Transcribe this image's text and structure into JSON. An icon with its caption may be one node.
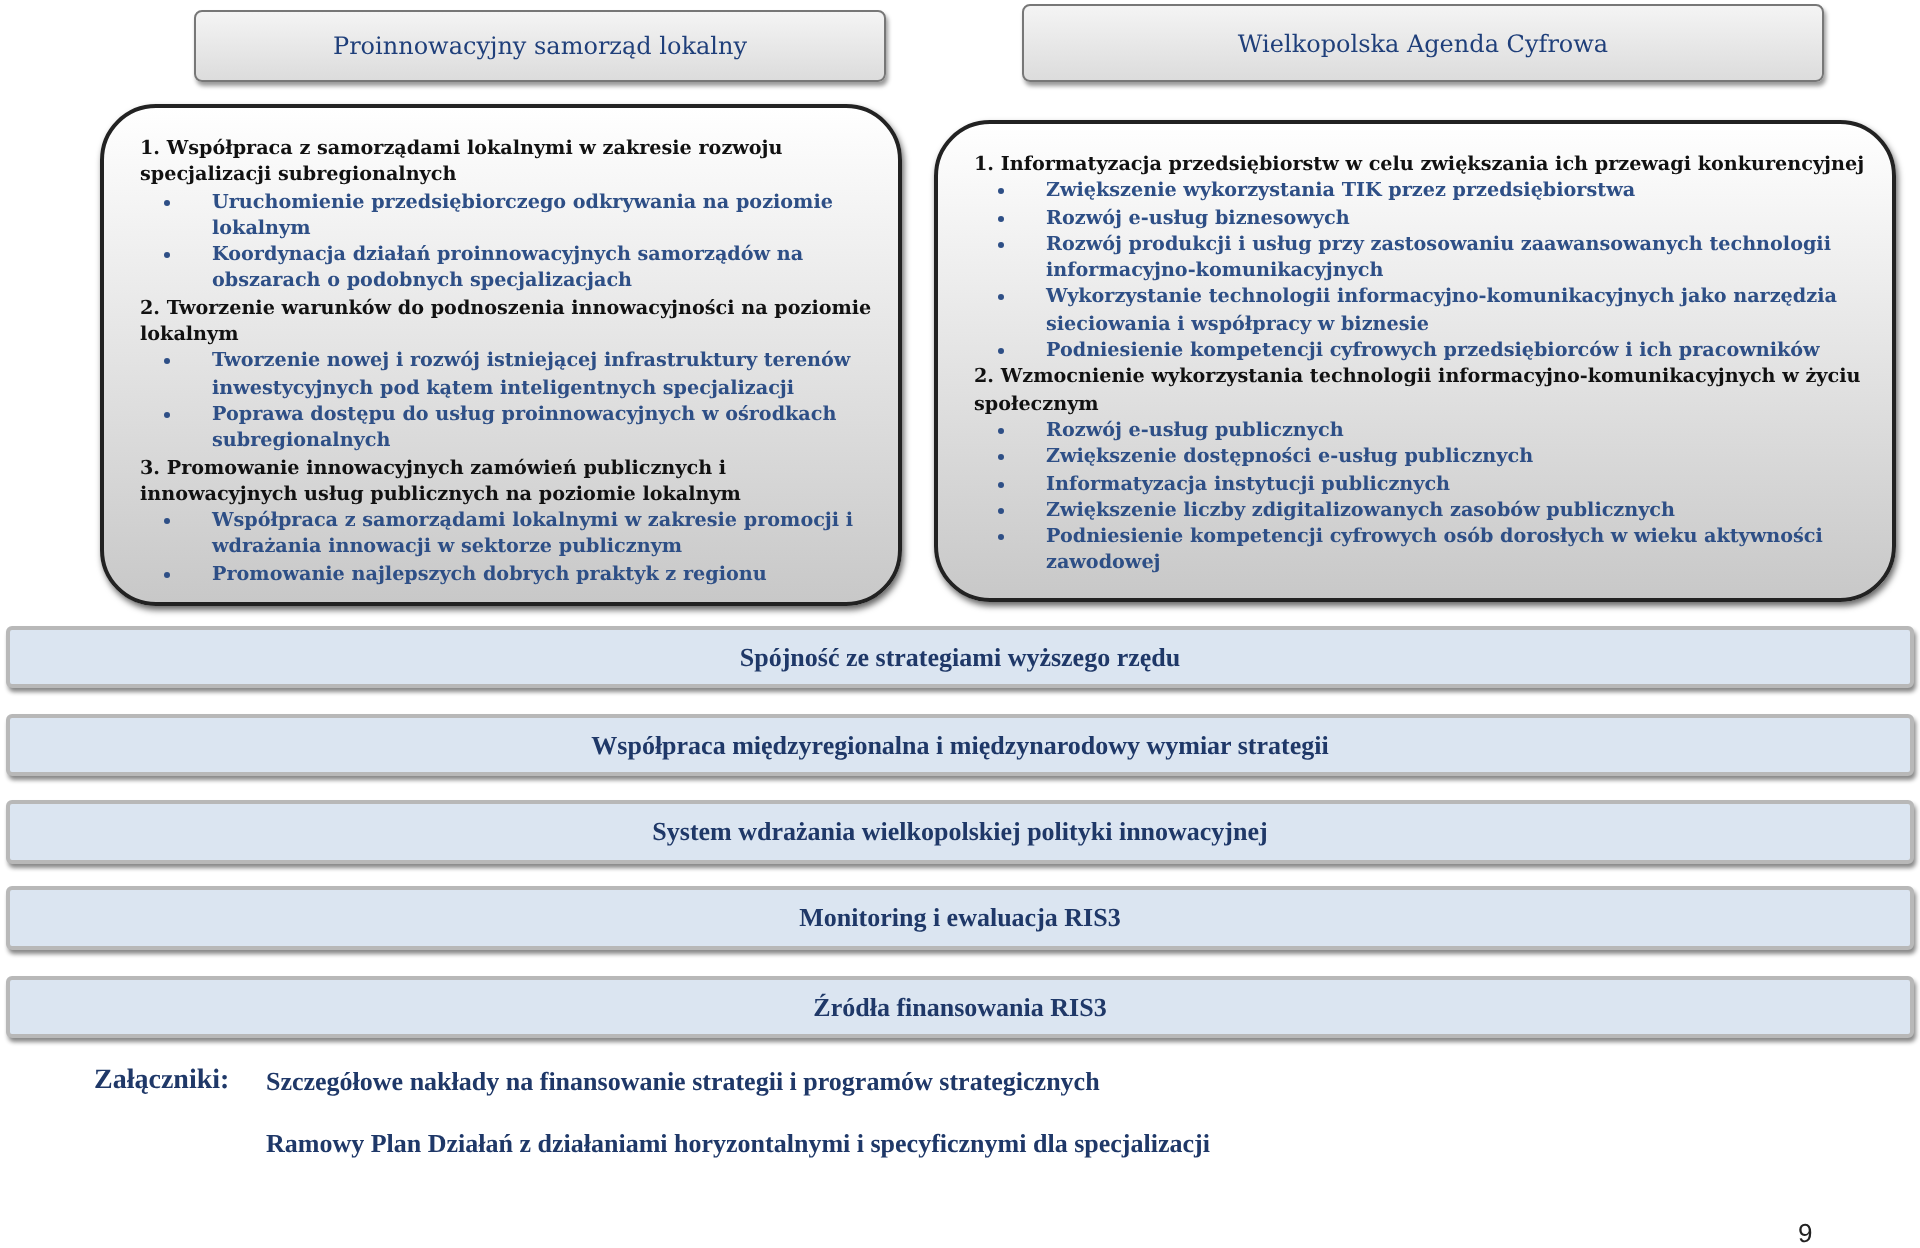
{
  "diagram": {
    "nodes": [
      {
        "text": [
          "Proinnowacyjny samorząd lokalny"
        ]
      },
      {
        "text": [
          "Wielkopolska Agenda Cyfrowa"
        ]
      },
      {
        "text": [
          "1. Współpraca z samorządami lokalnymi w zakresie rozwoju specjalizacji subregionalnych",
          "Uruchomienie przedsiębiorczego odkrywania na poziomie lokalnym",
          "Koordynacja działań proinnowacyjnych samorządów na obszarach o podobnych specjalizacjach",
          "2. Tworzenie warunków do podnoszenia innowacyjności na poziomie lokalnym",
          "Tworzenie nowej i rozwój istniejącej infrastruktury terenów inwestycyjnych pod kątem inteligentnych specjalizacji",
          "Poprawa dostępu do usług proinnowacyjnych w ośrodkach subregionalnych",
          "3. Promowanie innowacyjnych zamówień publicznych i innowacyjnych usług publicznych na poziomie lokalnym",
          "Współpraca z samorządami lokalnymi w zakresie promocji i wdrażania innowacji w sektorze publicznym",
          "Promowanie najlepszych dobrych praktyk z regionu"
        ]
      },
      {
        "text": [
          "1. Informatyzacja przedsiębiorstw w celu zwiększania ich przewagi konkurencyjnej",
          "Zwiększenie wykorzystania TIK przez przedsiębiorstwa",
          "Rozwój e-usług biznesowych",
          "Rozwój produkcji i usług przy zastosowaniu zaawansowanych technologii informacyjno-komunikacyjnych",
          "Wykorzystanie technologii informacyjno-komunikacyjnych jako narzędzia sieciowania i współpracy w biznesie",
          "Podniesienie kompetencji cyfrowych przedsiębiorców i ich pracowników",
          "2. Wzmocnienie wykorzystania technologii informacyjno-komunikacyjnych w życiu społecznym",
          "Rozwój e-usług publicznych",
          "Zwiększenie dostępności e-usług publicznych",
          "Informatyzacja instytucji publicznych",
          "Zwiększenie liczby zdigitalizowanych zasobów publicznych",
          "Podniesienie kompetencji cyfrowych osób dorosłych w wieku aktywności zawodowej"
        ]
      },
      {
        "text": [
          "Spójność ze strategiami wyższego rzędu"
        ]
      },
      {
        "text": [
          "Współpraca międzyregionalna i międzynarodowy wymiar strategii"
        ]
      },
      {
        "text": [
          "System wdrażania wielkopolskiej polityki innowacyjnej"
        ]
      },
      {
        "text": [
          "Monitoring i ewaluacja RIS3"
        ]
      },
      {
        "text": [
          "Źródła finansowania RIS3"
        ]
      }
    ],
    "edges": [],
    "labels": [
      "Załączniki:",
      "Szczegółowe nakłady na finansowanie strategii i programów strategicznych",
      "Ramowy Plan Działań z działaniami horyzontalnymi i specyficznymi dla specjalizacji",
      "9"
    ]
  }
}
